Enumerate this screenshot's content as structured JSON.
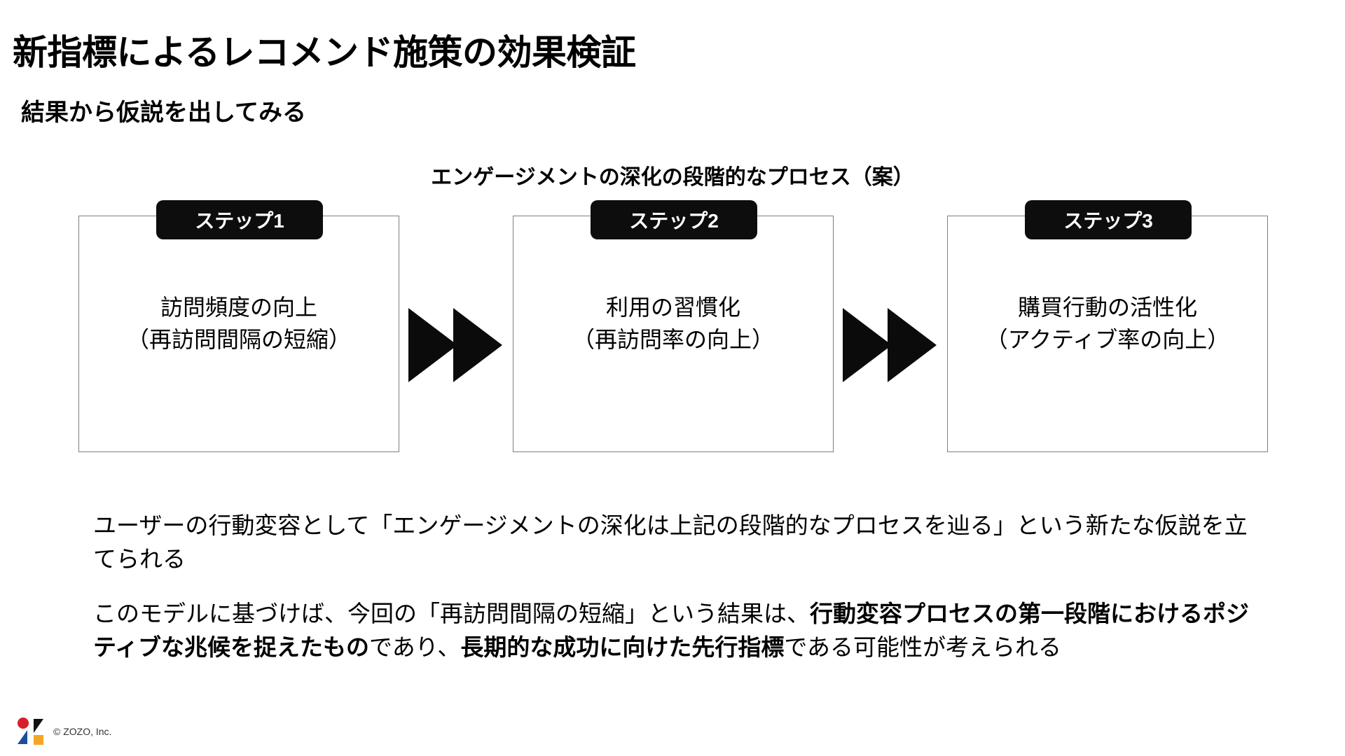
{
  "slide": {
    "title": "新指標によるレコメンド施策の効果検証",
    "subtitle": "結果から仮説を出してみる"
  },
  "diagram": {
    "title": "エンゲージメントの深化の段階的なプロセス（案）",
    "arrow_icon": "double-chevron-right-icon",
    "steps": [
      {
        "badge": "ステップ1",
        "line1": "訪問頻度の向上",
        "line2": "（再訪問間隔の短縮）"
      },
      {
        "badge": "ステップ2",
        "line1": "利用の習慣化",
        "line2": "（再訪問率の向上）"
      },
      {
        "badge": "ステップ3",
        "line1": "購買行動の活性化",
        "line2": "（アクティブ率の向上）"
      }
    ]
  },
  "body": {
    "paragraph1": "ユーザーの行動変容として「エンゲージメントの深化は上記の段階的なプロセスを辿る」という新たな仮説を立てられる",
    "paragraph2_part1": "このモデルに基づけば、今回の「再訪問間隔の短縮」という結果は、",
    "paragraph2_bold1": "行動変容プロセスの第一段階におけるポジティブな兆候を捉えたもの",
    "paragraph2_part2": "であり、",
    "paragraph2_bold2": "長期的な成功に向けた先行指標",
    "paragraph2_part3": "である可能性が考えられる"
  },
  "footer": {
    "logo": "zozo-logo",
    "copyright": "© ZOZO, Inc.",
    "colors": {
      "red": "#d82029",
      "black": "#111111",
      "blue": "#1f4e99",
      "yellow": "#f5a623"
    }
  }
}
